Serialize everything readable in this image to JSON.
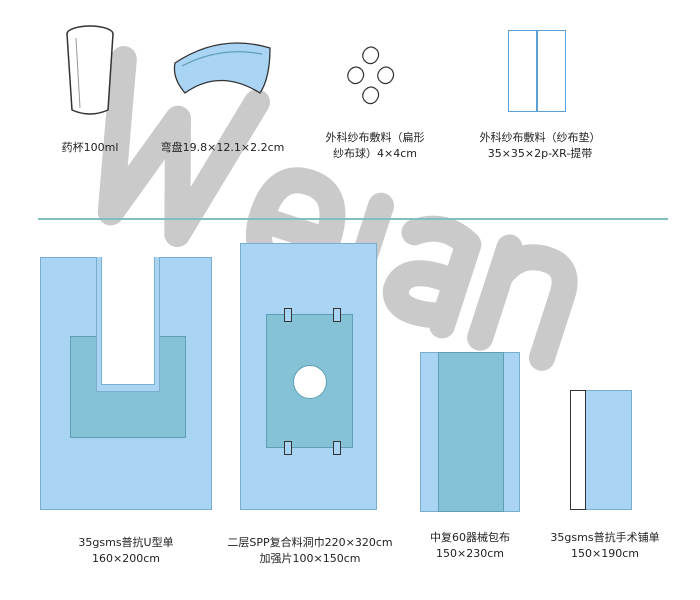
{
  "watermark": "Weian",
  "colors": {
    "light_blue": "#aad4f4",
    "dark_blue": "#86c2d6",
    "divider": "#7fbfbf"
  },
  "top_items": [
    {
      "name": "药杯100ml"
    },
    {
      "name": "弯盘19.8×12.1×2.2cm"
    },
    {
      "line1": "外科纱布敷料（扁形",
      "line2": "纱布球）4×4cm"
    },
    {
      "line1": "外科纱布敷料（纱布垫）",
      "line2": "35×35×2p-XR-提带"
    }
  ],
  "bottom_items": [
    {
      "line1": "35gsms普抗U型单",
      "line2": "160×200cm"
    },
    {
      "line1": "二层SPP复合料洞巾220×320cm",
      "line2": "加强片100×150cm"
    },
    {
      "line1": "中复60器械包布",
      "line2": "150×230cm"
    },
    {
      "line1": "35gsms普抗手术铺单",
      "line2": "150×190cm"
    }
  ]
}
